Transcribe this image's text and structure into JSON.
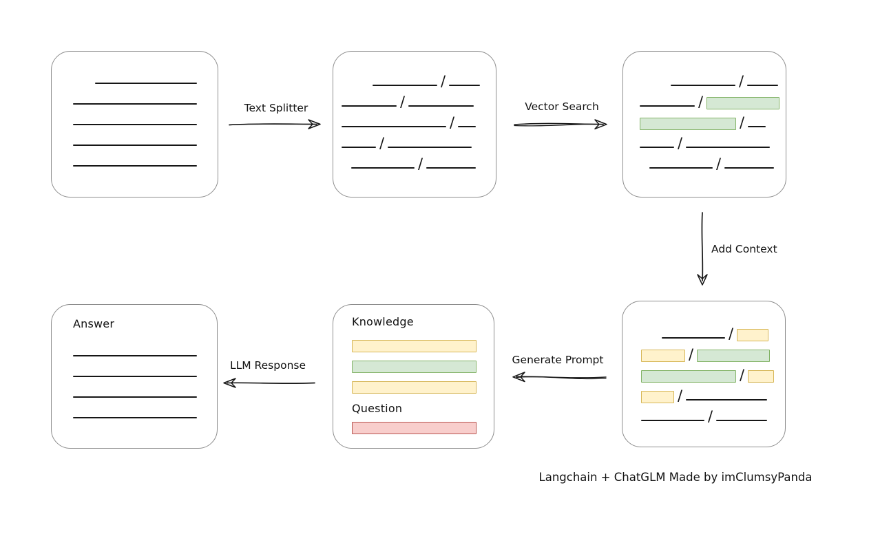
{
  "page": {
    "caption": "Langchain + ChatGLM Made by imClumsyPanda",
    "background": "#ffffff"
  },
  "colors": {
    "stroke": "#161616",
    "box_border": "#8d8d8d",
    "green_fill": "#d5e8d4",
    "green_border": "#82b366",
    "yellow_fill": "#fff2cc",
    "yellow_border": "#d6b656",
    "red_fill": "#f8cecc",
    "red_border": "#b85450"
  },
  "arrows": {
    "text_splitter": {
      "label": "Text Splitter",
      "direction": "right"
    },
    "vector_search": {
      "label": "Vector Search",
      "direction": "right"
    },
    "add_context": {
      "label": "Add Context",
      "direction": "down"
    },
    "generate_prompt": {
      "label": "Generate Prompt",
      "direction": "left"
    },
    "llm_response": {
      "label": "LLM Response",
      "direction": "left"
    }
  },
  "boxes": {
    "document": {
      "rows": [
        [
          {
            "t": "indent",
            "w": 32
          },
          {
            "t": "line",
            "w": 148
          }
        ],
        [
          {
            "t": "line",
            "w": 180
          }
        ],
        [
          {
            "t": "line",
            "w": 180
          }
        ],
        [
          {
            "t": "line",
            "w": 180
          }
        ],
        [
          {
            "t": "line",
            "w": 180
          }
        ]
      ]
    },
    "split_text": {
      "rows": [
        [
          {
            "t": "indent",
            "w": 45
          },
          {
            "t": "line",
            "w": 94
          },
          {
            "t": "slash"
          },
          {
            "t": "line",
            "w": 45
          }
        ],
        [
          {
            "t": "line",
            "w": 80
          },
          {
            "t": "slash"
          },
          {
            "t": "line",
            "w": 95
          }
        ],
        [
          {
            "t": "line",
            "w": 152
          },
          {
            "t": "slash"
          },
          {
            "t": "line",
            "w": 26
          }
        ],
        [
          {
            "t": "line",
            "w": 50
          },
          {
            "t": "slash"
          },
          {
            "t": "line",
            "w": 122
          }
        ],
        [
          {
            "t": "indent",
            "w": 14
          },
          {
            "t": "line",
            "w": 92
          },
          {
            "t": "slash"
          },
          {
            "t": "line",
            "w": 72
          }
        ]
      ]
    },
    "vector_matched": {
      "rows": [
        [
          {
            "t": "indent",
            "w": 45
          },
          {
            "t": "line",
            "w": 94
          },
          {
            "t": "slash"
          },
          {
            "t": "line",
            "w": 45
          }
        ],
        [
          {
            "t": "line",
            "w": 80
          },
          {
            "t": "slash"
          },
          {
            "t": "green",
            "w": 104
          }
        ],
        [
          {
            "t": "green",
            "w": 138
          },
          {
            "t": "slash"
          },
          {
            "t": "line",
            "w": 26
          }
        ],
        [
          {
            "t": "line",
            "w": 50
          },
          {
            "t": "slash"
          },
          {
            "t": "line",
            "w": 122
          }
        ],
        [
          {
            "t": "indent",
            "w": 14
          },
          {
            "t": "line",
            "w": 92
          },
          {
            "t": "slash"
          },
          {
            "t": "line",
            "w": 72
          }
        ]
      ]
    },
    "context_added": {
      "rows": [
        [
          {
            "t": "indent",
            "w": 30
          },
          {
            "t": "line",
            "w": 92
          },
          {
            "t": "slash"
          },
          {
            "t": "yellow",
            "w": 44
          }
        ],
        [
          {
            "t": "yellow",
            "w": 62
          },
          {
            "t": "slash"
          },
          {
            "t": "green",
            "w": 104
          }
        ],
        [
          {
            "t": "green",
            "w": 136
          },
          {
            "t": "slash"
          },
          {
            "t": "yellow",
            "w": 36
          }
        ],
        [
          {
            "t": "yellow",
            "w": 46
          },
          {
            "t": "slash"
          },
          {
            "t": "line",
            "w": 118
          }
        ],
        [
          {
            "t": "line",
            "w": 92
          },
          {
            "t": "slash"
          },
          {
            "t": "line",
            "w": 74
          }
        ]
      ]
    },
    "prompt": {
      "knowledge_label": "Knowledge",
      "question_label": "Question",
      "knowledge_rows": [
        [
          {
            "t": "yellow",
            "w": 179
          }
        ],
        [
          {
            "t": "green",
            "w": 179
          }
        ],
        [
          {
            "t": "yellow",
            "w": 179
          }
        ]
      ],
      "question_rows": [
        [
          {
            "t": "red",
            "w": 179
          }
        ]
      ]
    },
    "answer": {
      "label": "Answer",
      "rows": [
        [
          {
            "t": "line",
            "w": 180
          }
        ],
        [
          {
            "t": "line",
            "w": 180
          }
        ],
        [
          {
            "t": "line",
            "w": 180
          }
        ],
        [
          {
            "t": "line",
            "w": 180
          }
        ]
      ]
    }
  }
}
